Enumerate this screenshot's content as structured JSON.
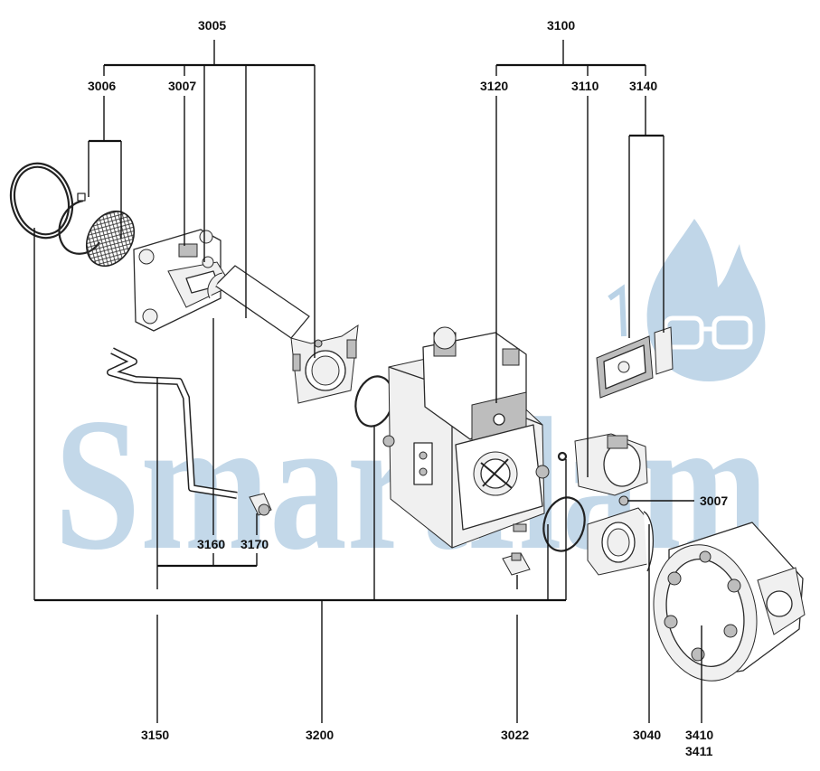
{
  "watermark": {
    "text": "Smartflam",
    "color": "#b9d2e6",
    "icon": "flame-with-glasses-icon"
  },
  "labels": {
    "p3005": "3005",
    "p3006": "3006",
    "p3007_top": "3007",
    "p3100": "3100",
    "p3120": "3120",
    "p3110": "3110",
    "p3140": "3140",
    "p3007_right": "3007",
    "p3160": "3160",
    "p3170": "3170",
    "p3150": "3150",
    "p3200": "3200",
    "p3022": "3022",
    "p3040": "3040",
    "p3410": "3410",
    "p3411": "3411"
  }
}
